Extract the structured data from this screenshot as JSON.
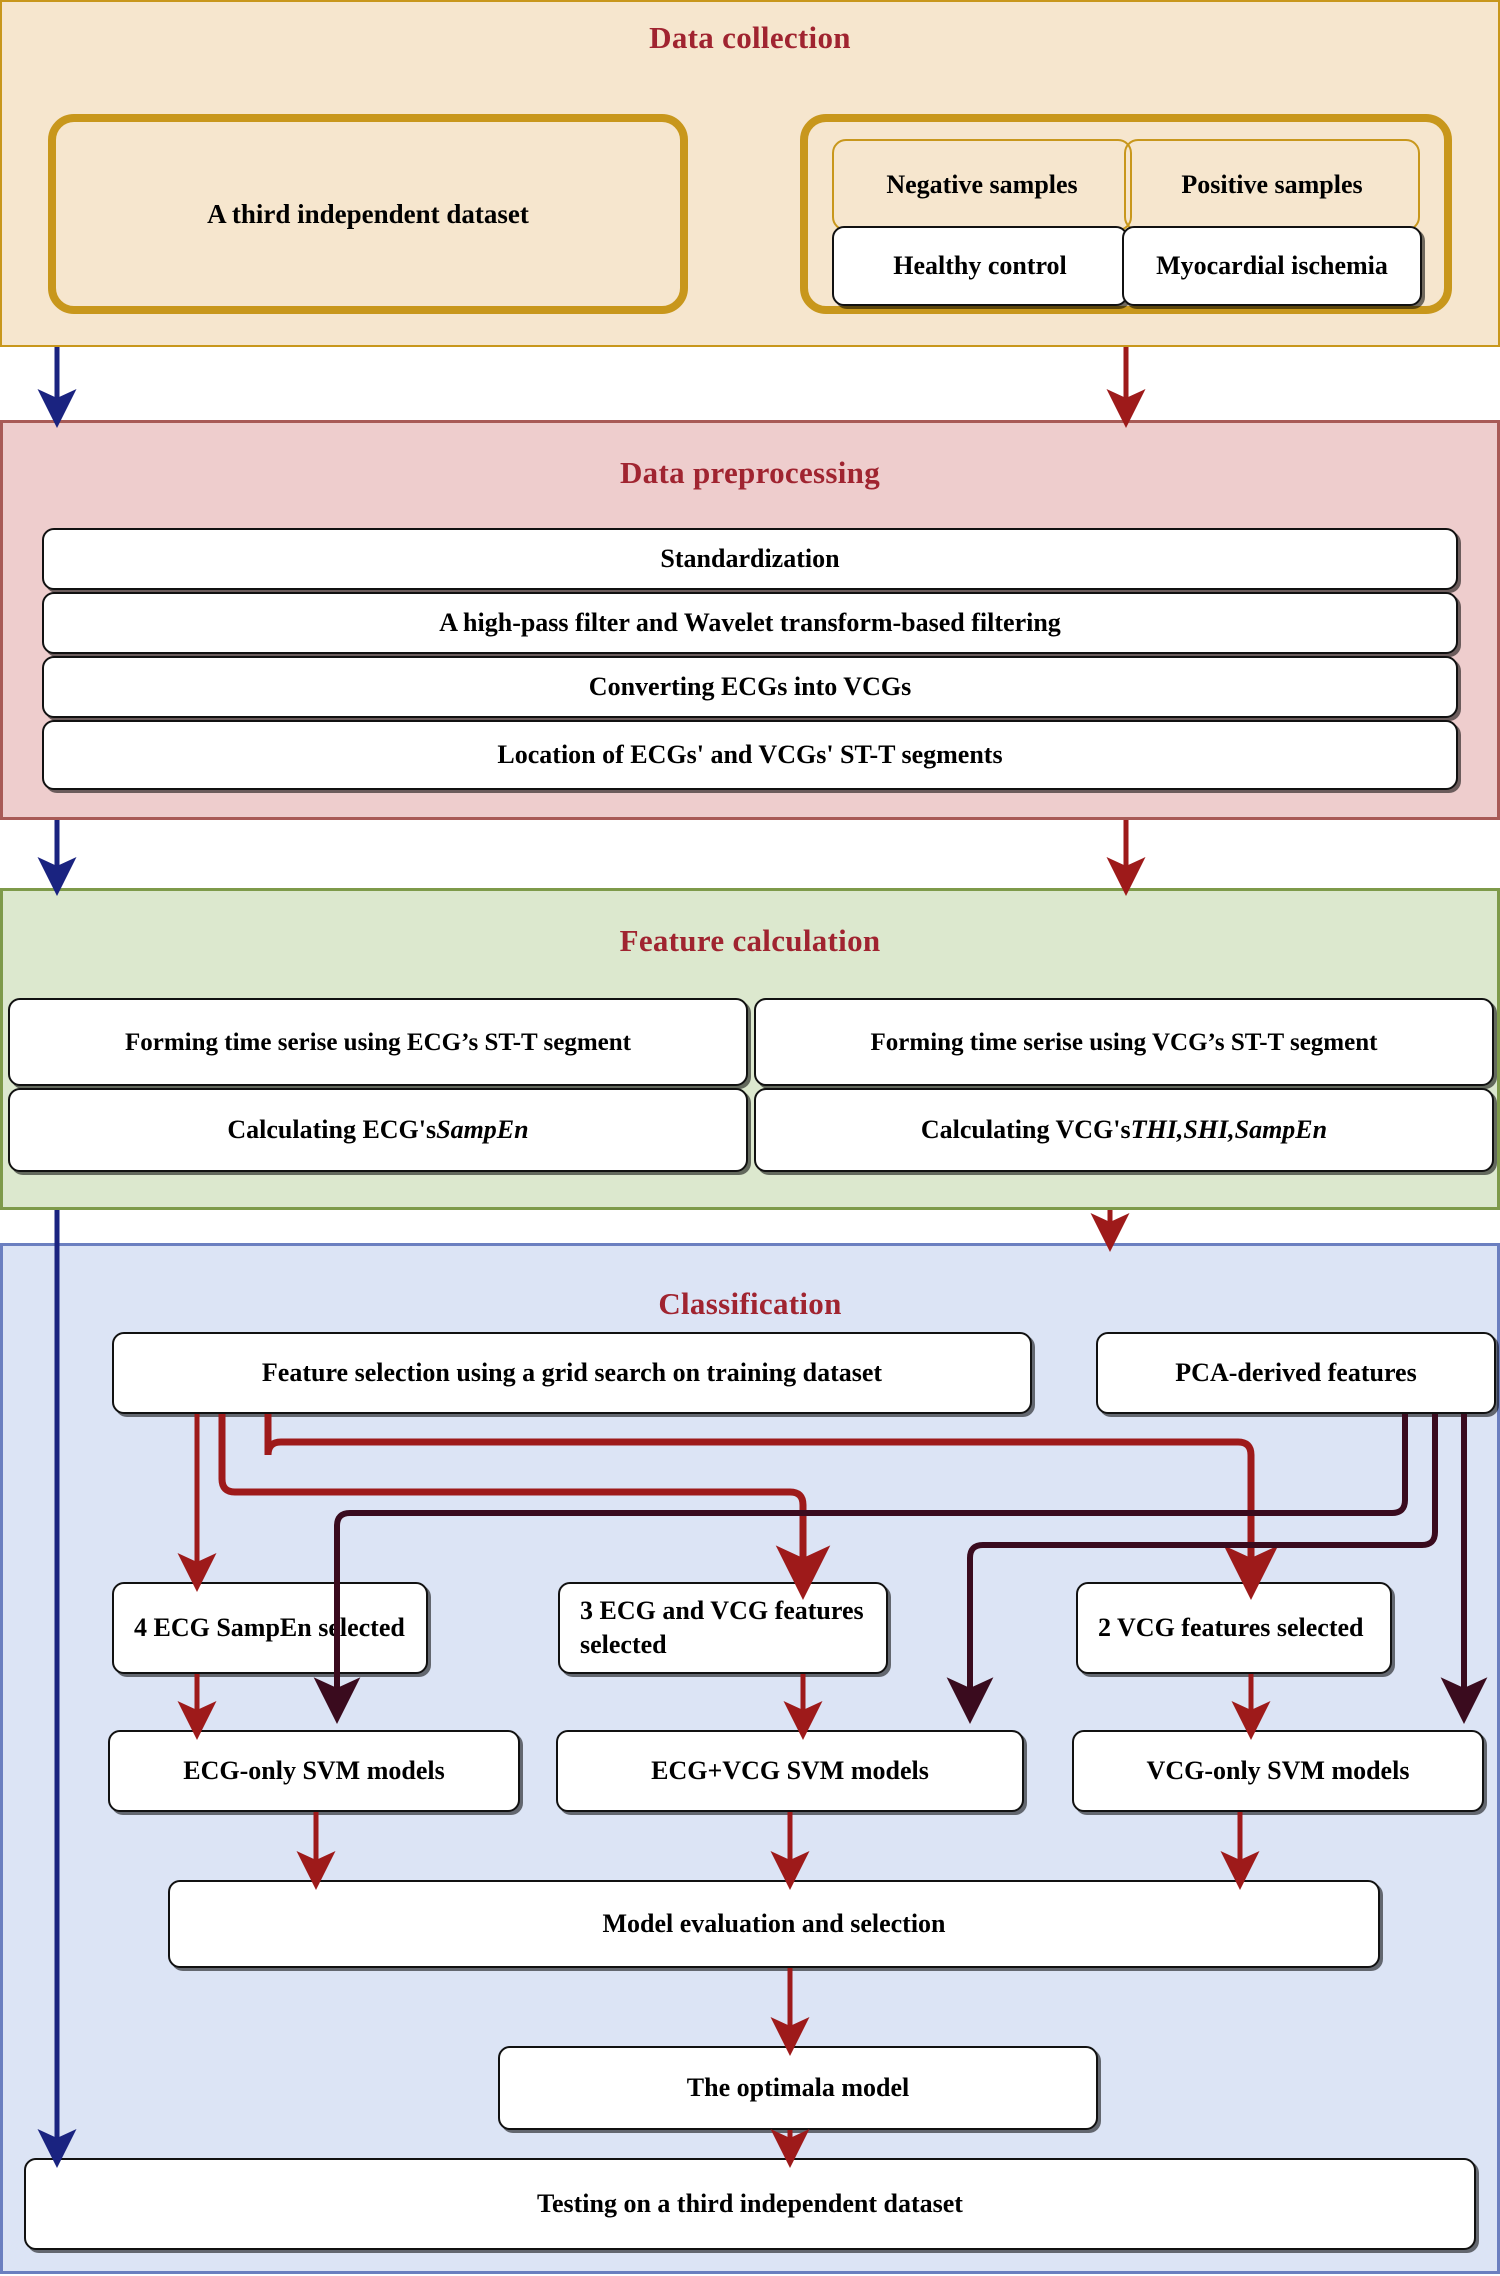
{
  "colors": {
    "title_red": "#A02430",
    "gold_border": "#C8971C",
    "cream_bg": "#F6E6CE",
    "pink_bg": "#EECDCD",
    "pink_border": "#A85A56",
    "green_bg": "#DCE8CE",
    "green_border": "#7E9A4A",
    "blue_bg": "#DCE4F5",
    "blue_border": "#6B7FC0",
    "arrow_darkred": "#9E1A1A",
    "arrow_navy": "#1A2380",
    "arrow_plum": "#3A0B1E"
  },
  "sections": {
    "data_collection": {
      "title": "Data collection",
      "third_dataset": "A third independent dataset",
      "negative_label": "Negative samples",
      "positive_label": "Positive samples",
      "negative_detail": "Healthy control",
      "positive_detail": "Myocardial ischemia"
    },
    "data_preprocessing": {
      "title": "Data preprocessing",
      "steps": [
        "Standardization",
        "A high-pass filter and Wavelet transform-based filtering",
        "Converting ECGs into VCGs",
        "Location of  ECGs' and VCGs' ST-T segments"
      ]
    },
    "feature_calculation": {
      "title": "Feature  calculation",
      "ecg_forming": "Forming  time serise using ECG’s ST-T segment",
      "vcg_forming": "Forming  time serise using VCG’s ST-T segment",
      "ecg_calc_prefix": "Calculating  ECG's ",
      "ecg_calc_italic": "SampEn",
      "vcg_calc_prefix": "Calculating VCG's ",
      "vcg_calc_italic": "THI,SHI,SampEn"
    },
    "classification": {
      "title": "Classification",
      "feature_selection": "Feature selection using a grid search on training dataset",
      "pca_features": "PCA-derived features",
      "sel_ecg": "4 ECG SampEn selected",
      "sel_both": "3 ECG and VCG features selected",
      "sel_vcg": "2 VCG features selected",
      "model_ecg": "ECG-only SVM models",
      "model_both": "ECG+VCG SVM models",
      "model_vcg": "VCG-only SVM models",
      "model_eval": "Model evaluation and selection",
      "optimal_model": "The optimala model",
      "testing": "Testing on a third independent dataset"
    }
  }
}
